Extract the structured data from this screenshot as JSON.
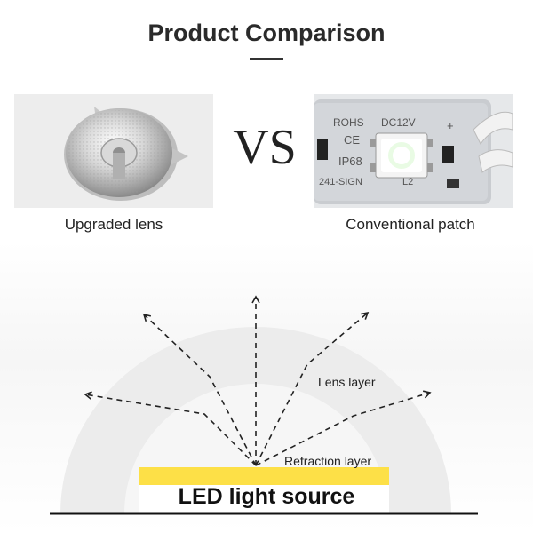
{
  "header": {
    "title": "Product Comparison"
  },
  "comparison": {
    "vs_text": "VS",
    "left_caption": "Upgraded lens",
    "right_caption": "Conventional patch",
    "module_markings": {
      "rohs": "ROHS",
      "dc": "DC12V",
      "ce": "CE",
      "ip": "IP68",
      "code": "241-SIGN",
      "code2": "L2",
      "plus": "+"
    }
  },
  "diagram": {
    "lens_layer_label": "Lens layer",
    "refraction_layer_label": "Refraction layer",
    "light_source_label": "LED light source",
    "colors": {
      "light_source": "#fde047",
      "lens": "#ececec",
      "arrows": "#222222"
    }
  }
}
